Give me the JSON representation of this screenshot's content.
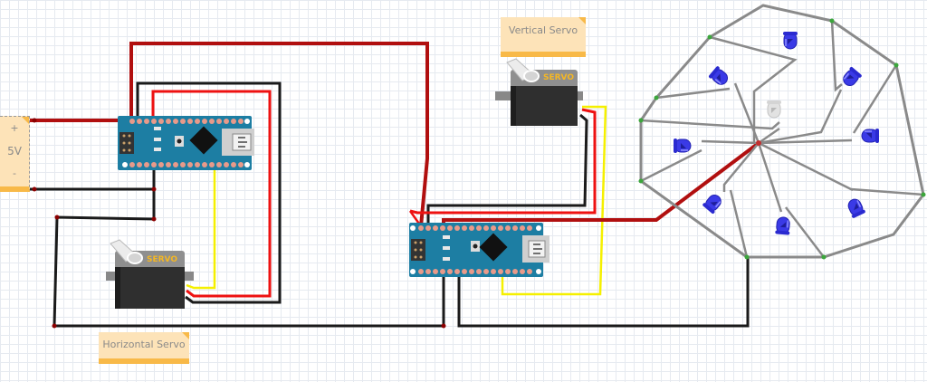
{
  "notes": {
    "power": {
      "plus": "+",
      "label": "5V",
      "minus": "-"
    },
    "vertical_servo": "Vertical Servo",
    "horizontal_servo": "Horizontal Servo"
  },
  "components": {
    "servo_label": "SERVO",
    "arduino_count": 2,
    "led_blue_count": 8,
    "led_white_count": 1
  },
  "colors": {
    "wire_power": "#b10f0f",
    "wire_red": "#ee1111",
    "wire_black": "#1a1a1a",
    "wire_signal": "#f5f000",
    "wire_led": "#8a8a8a",
    "arduino_board": "#1d7ea3",
    "led_blue": "#3a3ae6",
    "note_bg": "#fde3b8",
    "note_accent": "#f8b948"
  }
}
